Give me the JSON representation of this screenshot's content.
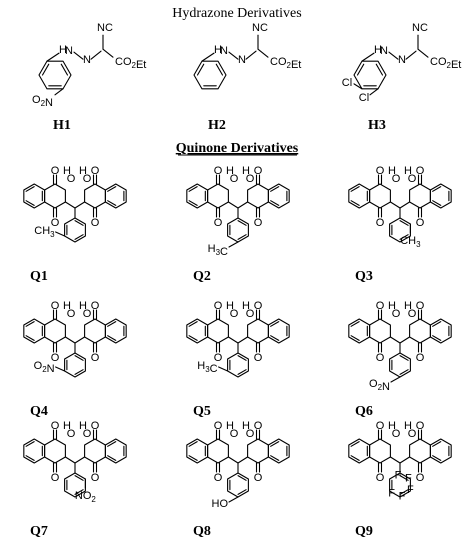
{
  "titles": {
    "hydrazone": "Hydrazone Derivatives",
    "quinone": "Quinone Derivatives"
  },
  "hydrazones": [
    {
      "label": "H1",
      "substituent": "O2N",
      "nc": "NC",
      "ester": "CO2Et"
    },
    {
      "label": "H2",
      "substituent": "",
      "nc": "NC",
      "ester": "CO2Et"
    },
    {
      "label": "H3",
      "substituent": "Cl, Cl",
      "nc": "NC",
      "ester": "CO2Et",
      "cl1": "Cl",
      "cl2": "Cl"
    }
  ],
  "quinones": [
    {
      "label": "Q1",
      "substituent": "CH3",
      "position": "ortho"
    },
    {
      "label": "Q2",
      "substituent": "H3C",
      "position": "meta"
    },
    {
      "label": "Q3",
      "substituent": "CH3",
      "position": "para"
    },
    {
      "label": "Q4",
      "substituent": "O2N",
      "position": "ortho"
    },
    {
      "label": "Q5",
      "substituent": "H3C",
      "position": "ortho"
    },
    {
      "label": "Q6",
      "substituent": "O2N",
      "position": "meta"
    },
    {
      "label": "Q7",
      "substituent": "NO2",
      "position": "para"
    },
    {
      "label": "Q8",
      "substituent": "HO",
      "position": "meta"
    },
    {
      "label": "Q9",
      "substituent": "F",
      "position": "penta"
    }
  ],
  "atoms": {
    "O": "O",
    "H": "H",
    "N": "N"
  }
}
